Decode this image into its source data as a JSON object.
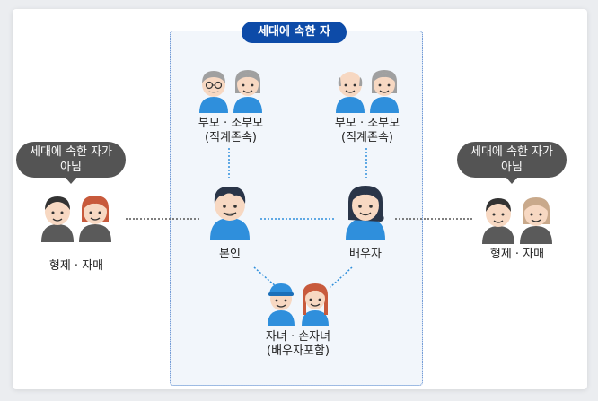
{
  "household_label": "세대에 속한 자",
  "left_badge": {
    "line1": "세대에 속한 자가",
    "line2": "아님"
  },
  "right_badge": {
    "line1": "세대에 속한 자가",
    "line2": "아님"
  },
  "left_siblings": "형제 · 자매",
  "right_siblings": "형제 · 자매",
  "parents_left": {
    "line1": "부모 · 조부모",
    "line2": "(직계존속)"
  },
  "parents_right": {
    "line1": "부모 · 조부모",
    "line2": "(직계존속)"
  },
  "self": "본인",
  "spouse": "배우자",
  "children": {
    "line1": "자녀 · 손자녀",
    "line2": "(배우자포함)"
  },
  "colors": {
    "household_pill": "#0d4ba8",
    "blue_shirt": "#2f8fdc",
    "gray_shirt": "#5a5a5a",
    "outside_pill": "#545454",
    "connector_blue": "#2f8fdc",
    "connector_gray": "#555555"
  }
}
